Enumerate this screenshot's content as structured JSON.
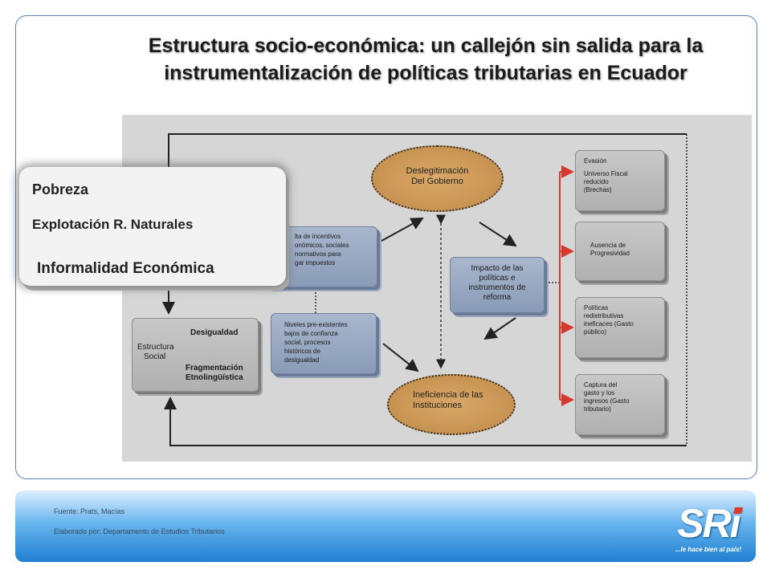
{
  "title": {
    "line1": "Estructura socio-económica: un callejón sin salida para la",
    "line2": "instrumentalización de políticas tributarias en Ecuador"
  },
  "overlay": {
    "item1": "Pobreza",
    "item2": "Explotación R. Naturales",
    "item3": "Informalidad Económica"
  },
  "diagram": {
    "estructura": {
      "label_line1": "Estructura",
      "label_line2": "Social",
      "desigualdad": "Desigualdad",
      "fragmentacion_line1": "Fragmentación",
      "fragmentacion_line2": "Etnolingüística"
    },
    "incentivos": {
      "line1": "lta de incentivos",
      "line2": "onómicos, sociales",
      "line3": "normativos para",
      "line4": "gar impuestos"
    },
    "niveles": {
      "line1": "Niveles pre-existentes",
      "line2": "bajos de confianza",
      "line3": "social, procesos",
      "line4": "históricos de",
      "line5": "desigualdad"
    },
    "deslegitimacion": {
      "line1": "Deslegitimación",
      "line2": "Del Gobierno"
    },
    "ineficiencia": {
      "line1": "Ineficiencia de las",
      "line2": "Instituciones"
    },
    "impacto": {
      "line1": "Impacto de las",
      "line2": "políticas e",
      "line3": "instrumentos de",
      "line4": "reforma"
    },
    "evasion": {
      "title": "Evasión",
      "line1": "Universo Fiscal",
      "line2": "reducido",
      "line3": "(Brechas)"
    },
    "progresividad": {
      "line1": "Ausencia de",
      "line2": "Progresividad"
    },
    "redistributivas": {
      "line1": "Políticas",
      "line2": "redistributivas",
      "line3": "ineficaces (Gasto",
      "line4": "público)"
    },
    "captura": {
      "line1": "Captura del",
      "line2": "gasto y los",
      "line3": "ingresos (Gasto",
      "line4": "tributario)"
    }
  },
  "footer": {
    "fuente": "Fuente: Prats, Macías",
    "elaborado": "Elaborado por: Departamento de Estudios Tributarios"
  },
  "logo": {
    "text": "SRi",
    "tagline": "...le hace bien al país!"
  },
  "colors": {
    "oval_fill": "#c9924f",
    "blue_box": "#8fa0bc",
    "gray_box": "#bdbdbd",
    "red_arrow": "#d33a2c",
    "frame_border": "#5b7fb5"
  }
}
